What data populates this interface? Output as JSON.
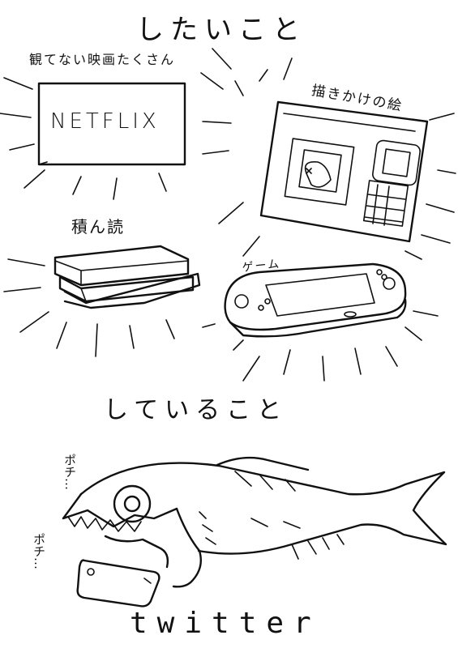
{
  "heading_want": "したいこと",
  "heading_doing": "していること",
  "items": {
    "movies_label": "観てない映画たくさん",
    "netflix_logo": "NETFLIX",
    "drawing_label": "描きかけの絵",
    "books_label": "積ん読",
    "game_label": "ゲーム"
  },
  "sfx": [
    "ポチ…",
    "ポチ…"
  ],
  "twitter_label": "twitter"
}
